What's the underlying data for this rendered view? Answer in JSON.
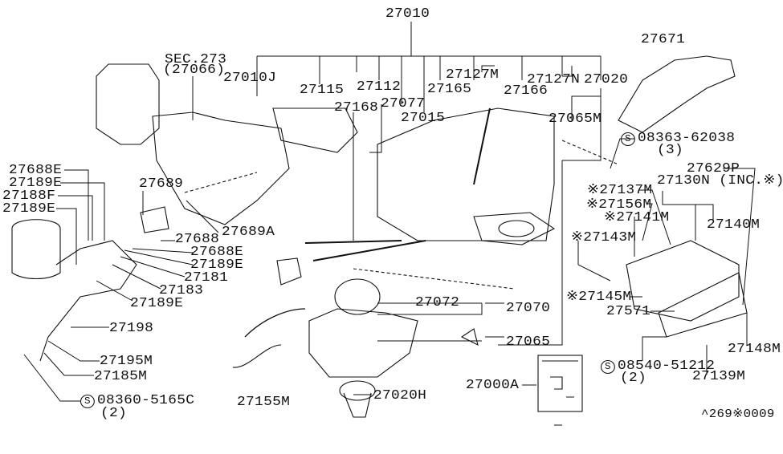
{
  "diagram_title_ref": "^269※0009",
  "labels": {
    "p27010": "27010",
    "sec": "SEC.273",
    "sec_sub": "(27066)",
    "p27010J": "27010J",
    "p27115": "27115",
    "p27112": "27112",
    "p27127M": "27127M",
    "p27165": "27165",
    "p27127N": "27127N",
    "p27020": "27020",
    "p27166": "27166",
    "p27168": "27168",
    "p27077": "27077",
    "p27015": "27015",
    "p27065M": "27065M",
    "p27671": "27671",
    "p08363": "08363-62038",
    "p08363_qty": "(3)",
    "p27629P": "27629P",
    "p27130N": "27130N (INC.※)",
    "p27137M": "※27137M",
    "p27156M": "※27156M",
    "p27141M": "※27141M",
    "p27140M": "27140M",
    "p27143M": "※27143M",
    "p27688E_a": "27688E",
    "p27189E_a": "27189E",
    "p27188F": "27188F",
    "p27189E_b": "27189E",
    "p27689": "27689",
    "p27688": "27688",
    "p27689A": "27689A",
    "p27688E_b": "27688E",
    "p27189E_c": "27189E",
    "p27181": "27181",
    "p27183": "27183",
    "p27189E_d": "27189E",
    "p27198": "27198",
    "p27195M": "27195M",
    "p27185M": "27185M",
    "p08360": "08360-5165C",
    "p08360_qty": "(2)",
    "p27155M": "27155M",
    "p27072": "27072",
    "p27070": "27070",
    "p27065": "27065",
    "p27020H": "27020H",
    "p27000A": "27000A",
    "p27145M": "※27145M",
    "p27571": "27571",
    "p08540": "08540-51212",
    "p08540_qty": "(2)",
    "p27139M": "27139M",
    "p27148M": "27148M"
  },
  "screw_symbol": "S"
}
